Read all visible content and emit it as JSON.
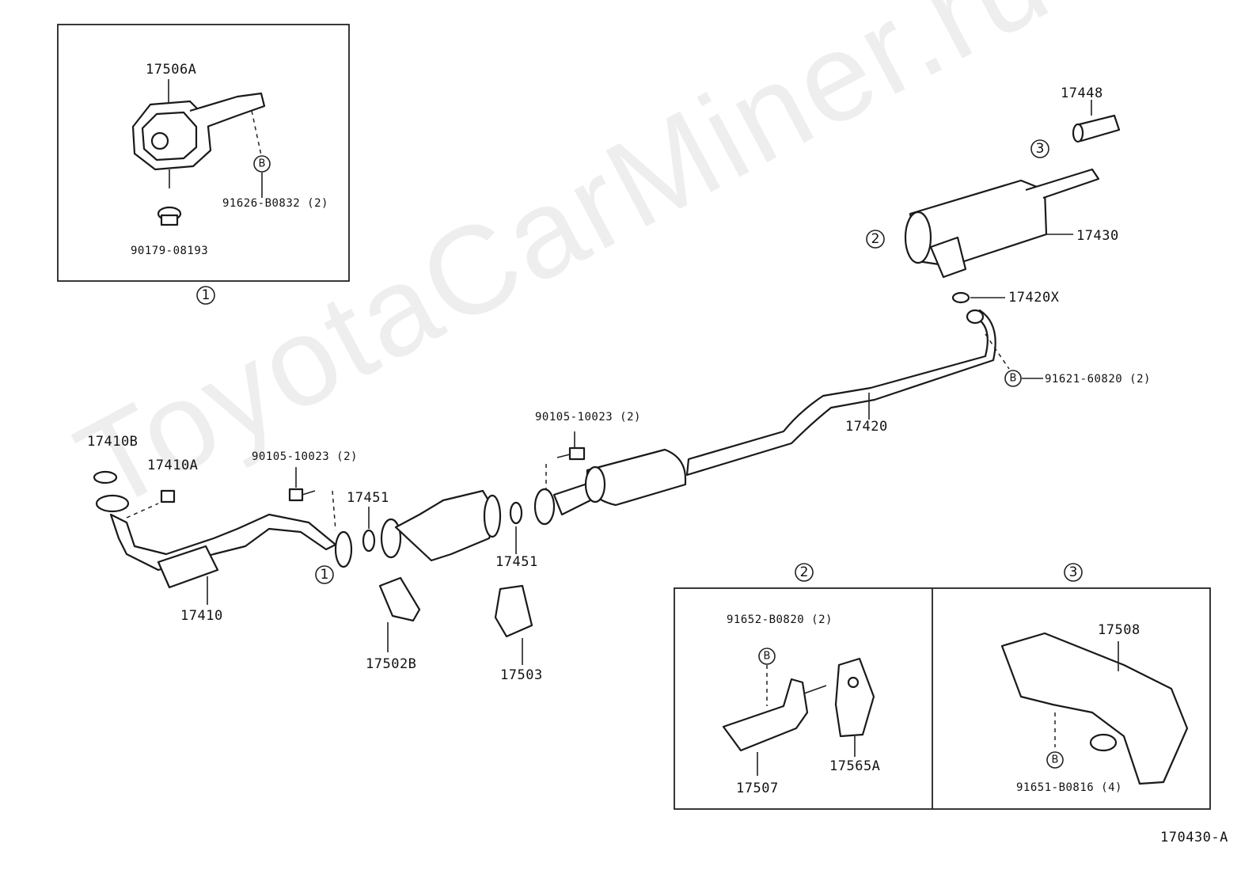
{
  "watermark": "ToyotaCarMiner.ru",
  "diagram_code": "170430-A",
  "parts": {
    "p17506A": "17506A",
    "p91626": "91626-B0832 (2)",
    "p90179": "90179-08193",
    "p17448": "17448",
    "p17430": "17430",
    "p17420X": "17420X",
    "p91621": "91621-60820 (2)",
    "p17420": "17420",
    "p90105_right": "90105-10023 (2)",
    "p90105_left": "90105-10023 (2)",
    "p17410B": "17410B",
    "p17410A": "17410A",
    "p17451_top": "17451",
    "p17451_bottom": "17451",
    "p17410": "17410",
    "p17502B": "17502B",
    "p17503": "17503",
    "p91652": "91652-B0820 (2)",
    "p17507": "17507",
    "p17565A": "17565A",
    "p17508": "17508",
    "p91651": "91651-B0816 (4)"
  },
  "callouts": {
    "one": "1",
    "two": "2",
    "three": "3",
    "b": "B"
  }
}
